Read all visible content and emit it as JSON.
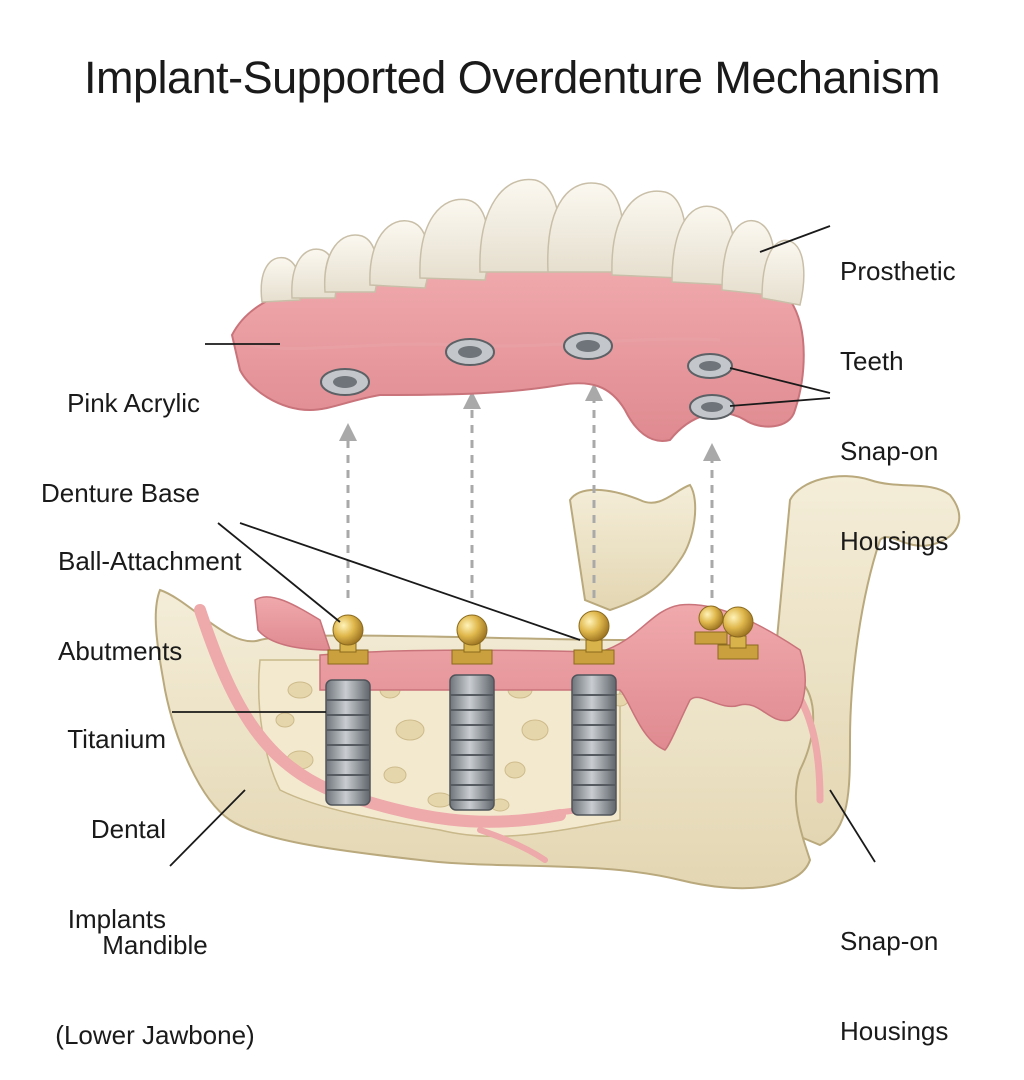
{
  "title": "Implant-Supported Overdenture Mechanism",
  "labels": {
    "prosthetic_teeth": [
      "Prosthetic",
      "Teeth"
    ],
    "denture_base": [
      "Pink Acrylic",
      "Denture Base"
    ],
    "snap_on_top": [
      "Snap-on",
      "Housings"
    ],
    "abutments": [
      "Ball-Attachment",
      "Abutments"
    ],
    "implants": [
      "Titanium",
      "Dental",
      "Implants"
    ],
    "mandible": [
      "Mandible",
      "(Lower Jawbone)"
    ],
    "snap_on_bottom": [
      "Snap-on",
      "Housings"
    ]
  },
  "colors": {
    "gum": "#e8959a",
    "gum_dark": "#d97b82",
    "tooth": "#f7f3ea",
    "bone": "#efe6cc",
    "bone_dark": "#d9cba2",
    "metal": "#9aa0a6",
    "gold": "#d8b24a",
    "nerve": "#f2b3b3",
    "arrow": "#a9a9a9"
  }
}
